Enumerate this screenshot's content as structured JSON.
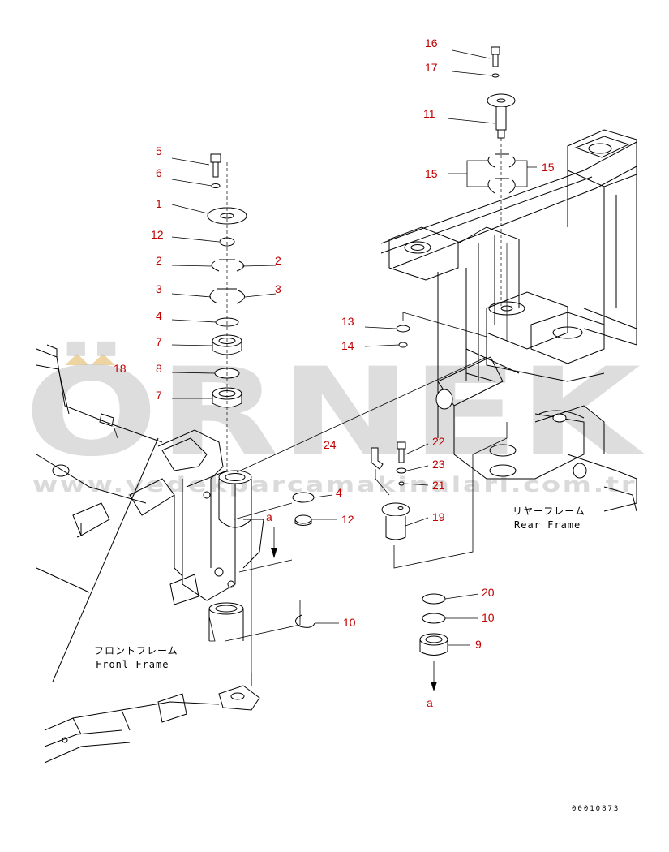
{
  "diagram": {
    "callouts": {
      "c16": "16",
      "c17": "17",
      "c11": "11",
      "c15a": "15",
      "c15b": "15",
      "c5": "5",
      "c6": "6",
      "c1": "1",
      "c12a": "12",
      "c2a": "2",
      "c2b": "2",
      "c3a": "3",
      "c3b": "3",
      "c4a": "4",
      "c7a": "7",
      "c8": "8",
      "c7b": "7",
      "c18": "18",
      "c13": "13",
      "c14": "14",
      "c24": "24",
      "c22": "22",
      "c23": "23",
      "c21": "21",
      "c19": "19",
      "c4b": "4",
      "c12b": "12",
      "c10a": "10",
      "c20": "20",
      "c10b": "10",
      "c9": "9"
    },
    "ref_a_top": "a",
    "ref_a_bottom": "a",
    "rear_frame_jp": "リヤーフレーム",
    "rear_frame_en": "Rear Frame",
    "front_frame_jp": "フロントフレーム",
    "front_frame_en": "Fronl Frame",
    "doc_number": "00010873"
  },
  "watermark": {
    "text": "ÖRNEK",
    "url": "www.yedekparcamakinalari.com.tr"
  },
  "colors": {
    "callout": "#c00000",
    "watermark": "#c8c8c8",
    "watermark_accent": "#e8c98a"
  }
}
